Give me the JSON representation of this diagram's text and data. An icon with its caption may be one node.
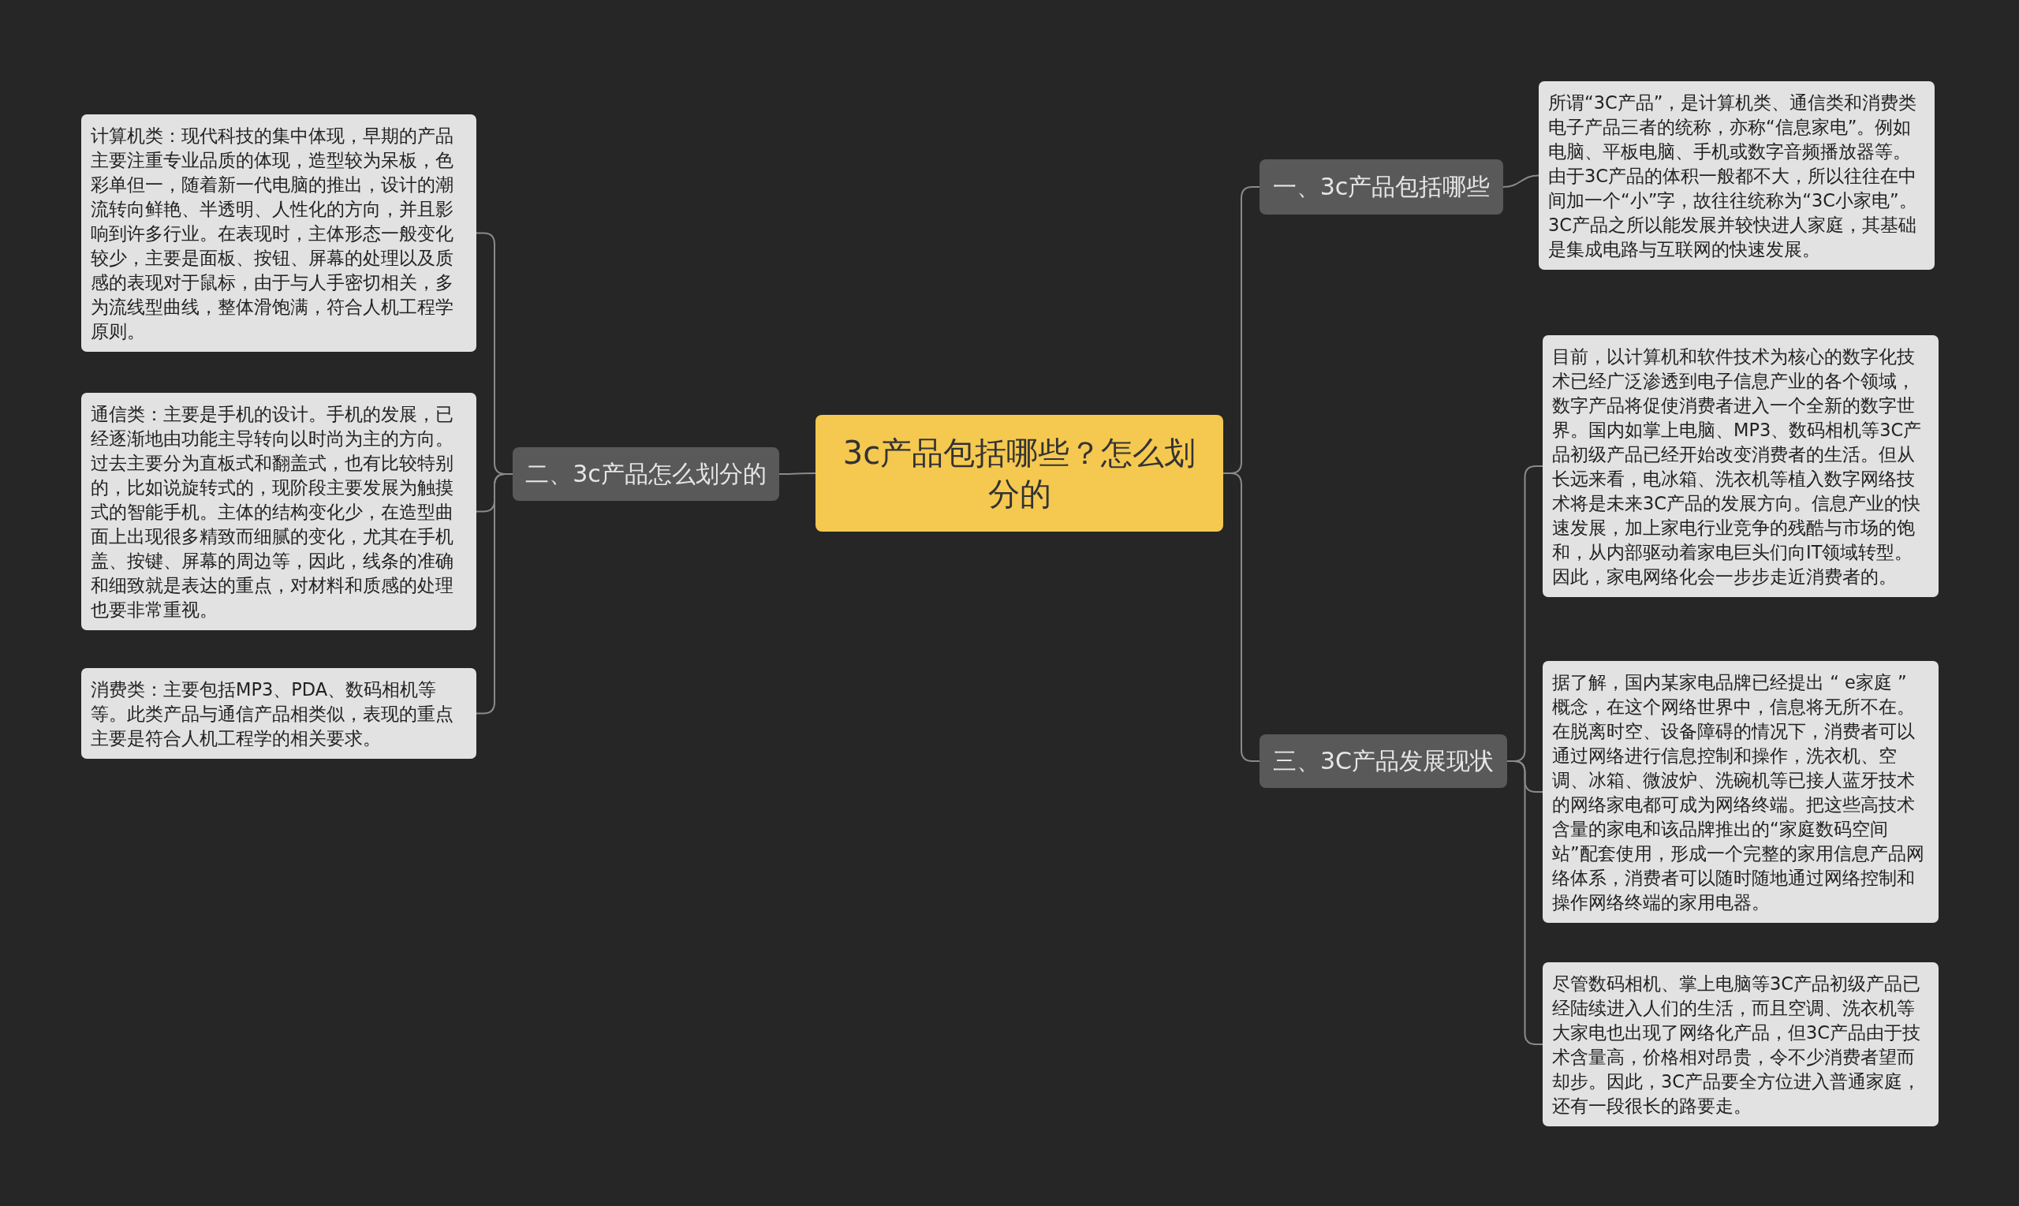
{
  "diagram": {
    "nodes": [
      {
        "text": [
          "3c产品包括哪些？怎么划分的"
        ]
      },
      {
        "text": [
          "一、3c产品包括哪些"
        ]
      },
      {
        "text": [
          "所谓“3C产品”，是计算机类、通信类和消费类电子产品三者的统称，亦称“信息家电”。例如电脑、平板电脑、手机或数字音频播放器等。由于3C产品的体积一般都不大，所以往往在中间加一个“小”字，故往往统称为“3C小家电”。3C产品之所以能发展并较快进人家庭，其基础是集成电路与互联网的快速发展。"
        ]
      },
      {
        "text": [
          "二、3c产品怎么划分的"
        ]
      },
      {
        "text": [
          "计算机类：现代科技的集中体现，早期的产品主要注重专业品质的体现，造型较为呆板，色彩单但一，随着新一代电脑的推出，设计的潮流转向鲜艳、半透明、人性化的方向，并且影响到许多行业。在表现时，主体形态一般变化较少，主要是面板、按钮、屏幕的处理以及质感的表现对于鼠标，由于与人手密切相关，多为流线型曲线，整体滑饱满，符合人机工程学原则。"
        ]
      },
      {
        "text": [
          "通信类：主要是手机的设计。手机的发展，已经逐渐地由功能主导转向以时尚为主的方向。过去主要分为直板式和翻盖式，也有比较特别的，比如说旋转式的，现阶段主要发展为触摸式的智能手机。主体的结构变化少，在造型曲面上出现很多精致而细腻的变化，尤其在手机盖、按键、屏幕的周边等，因此，线条的准确和细致就是表达的重点，对材料和质感的处理也要非常重视。"
        ]
      },
      {
        "text": [
          "消费类：主要包括MP3、PDA、数码相机等等。此类产品与通信产品相类似，表现的重点主要是符合人机工程学的相关要求。"
        ]
      },
      {
        "text": [
          "三、3C产品发展现状"
        ]
      },
      {
        "text": [
          "目前，以计算机和软件技术为核心的数字化技术已经广泛渗透到电子信息产业的各个领域，数字产品将促使消费者进入一个全新的数字世界。国内如掌上电脑、MP3、数码相机等3C产品初级产品已经开始改变消费者的生活。但从长远来看，电冰箱、洗衣机等植入数字网络技术将是未来3C产品的发展方向。信息产业的快速发展，加上家电行业竞争的残酷与市场的饱和，从内部驱动着家电巨头们向IT领域转型。因此，家电网络化会一步步走近消费者的。"
        ]
      },
      {
        "text": [
          "据了解，国内某家电品牌已经提出 “ e家庭 ” 概念，在这个网络世界中，信息将无所不在。在脱离时空、设备障碍的情况下，消费者可以通过网络进行信息控制和操作，洗衣机、空调、冰箱、微波炉、洗碗机等已接人蓝牙技术的网络家电都可成为网络终端。把这些高技术含量的家电和该品牌推出的“家庭数码空间站”配套使用，形成一个完整的家用信息产品网络体系，消费者可以随时随地通过网络控制和操作网络终端的家用电器。"
        ]
      },
      {
        "text": [
          "尽管数码相机、掌上电脑等3C产品初级产品已经陆续进入人们的生活，而且空调、洗衣机等大家电也出现了网络化产品，但3C产品由于技术含量高，价格相对昂贵，令不少消费者望而却步。因此，3C产品要全方位进入普通家庭，还有一段很长的路要走。"
        ]
      }
    ],
    "edges": [
      {
        "from": 0,
        "to": 1,
        "arrow": "none"
      },
      {
        "from": 1,
        "to": 2,
        "arrow": "none"
      },
      {
        "from": 0,
        "to": 3,
        "arrow": "none"
      },
      {
        "from": 3,
        "to": 4,
        "arrow": "none"
      },
      {
        "from": 3,
        "to": 5,
        "arrow": "none"
      },
      {
        "from": 3,
        "to": 6,
        "arrow": "none"
      },
      {
        "from": 0,
        "to": 7,
        "arrow": "none"
      },
      {
        "from": 7,
        "to": 8,
        "arrow": "none"
      },
      {
        "from": 7,
        "to": 9,
        "arrow": "none"
      },
      {
        "from": 7,
        "to": 10,
        "arrow": "none"
      }
    ]
  }
}
